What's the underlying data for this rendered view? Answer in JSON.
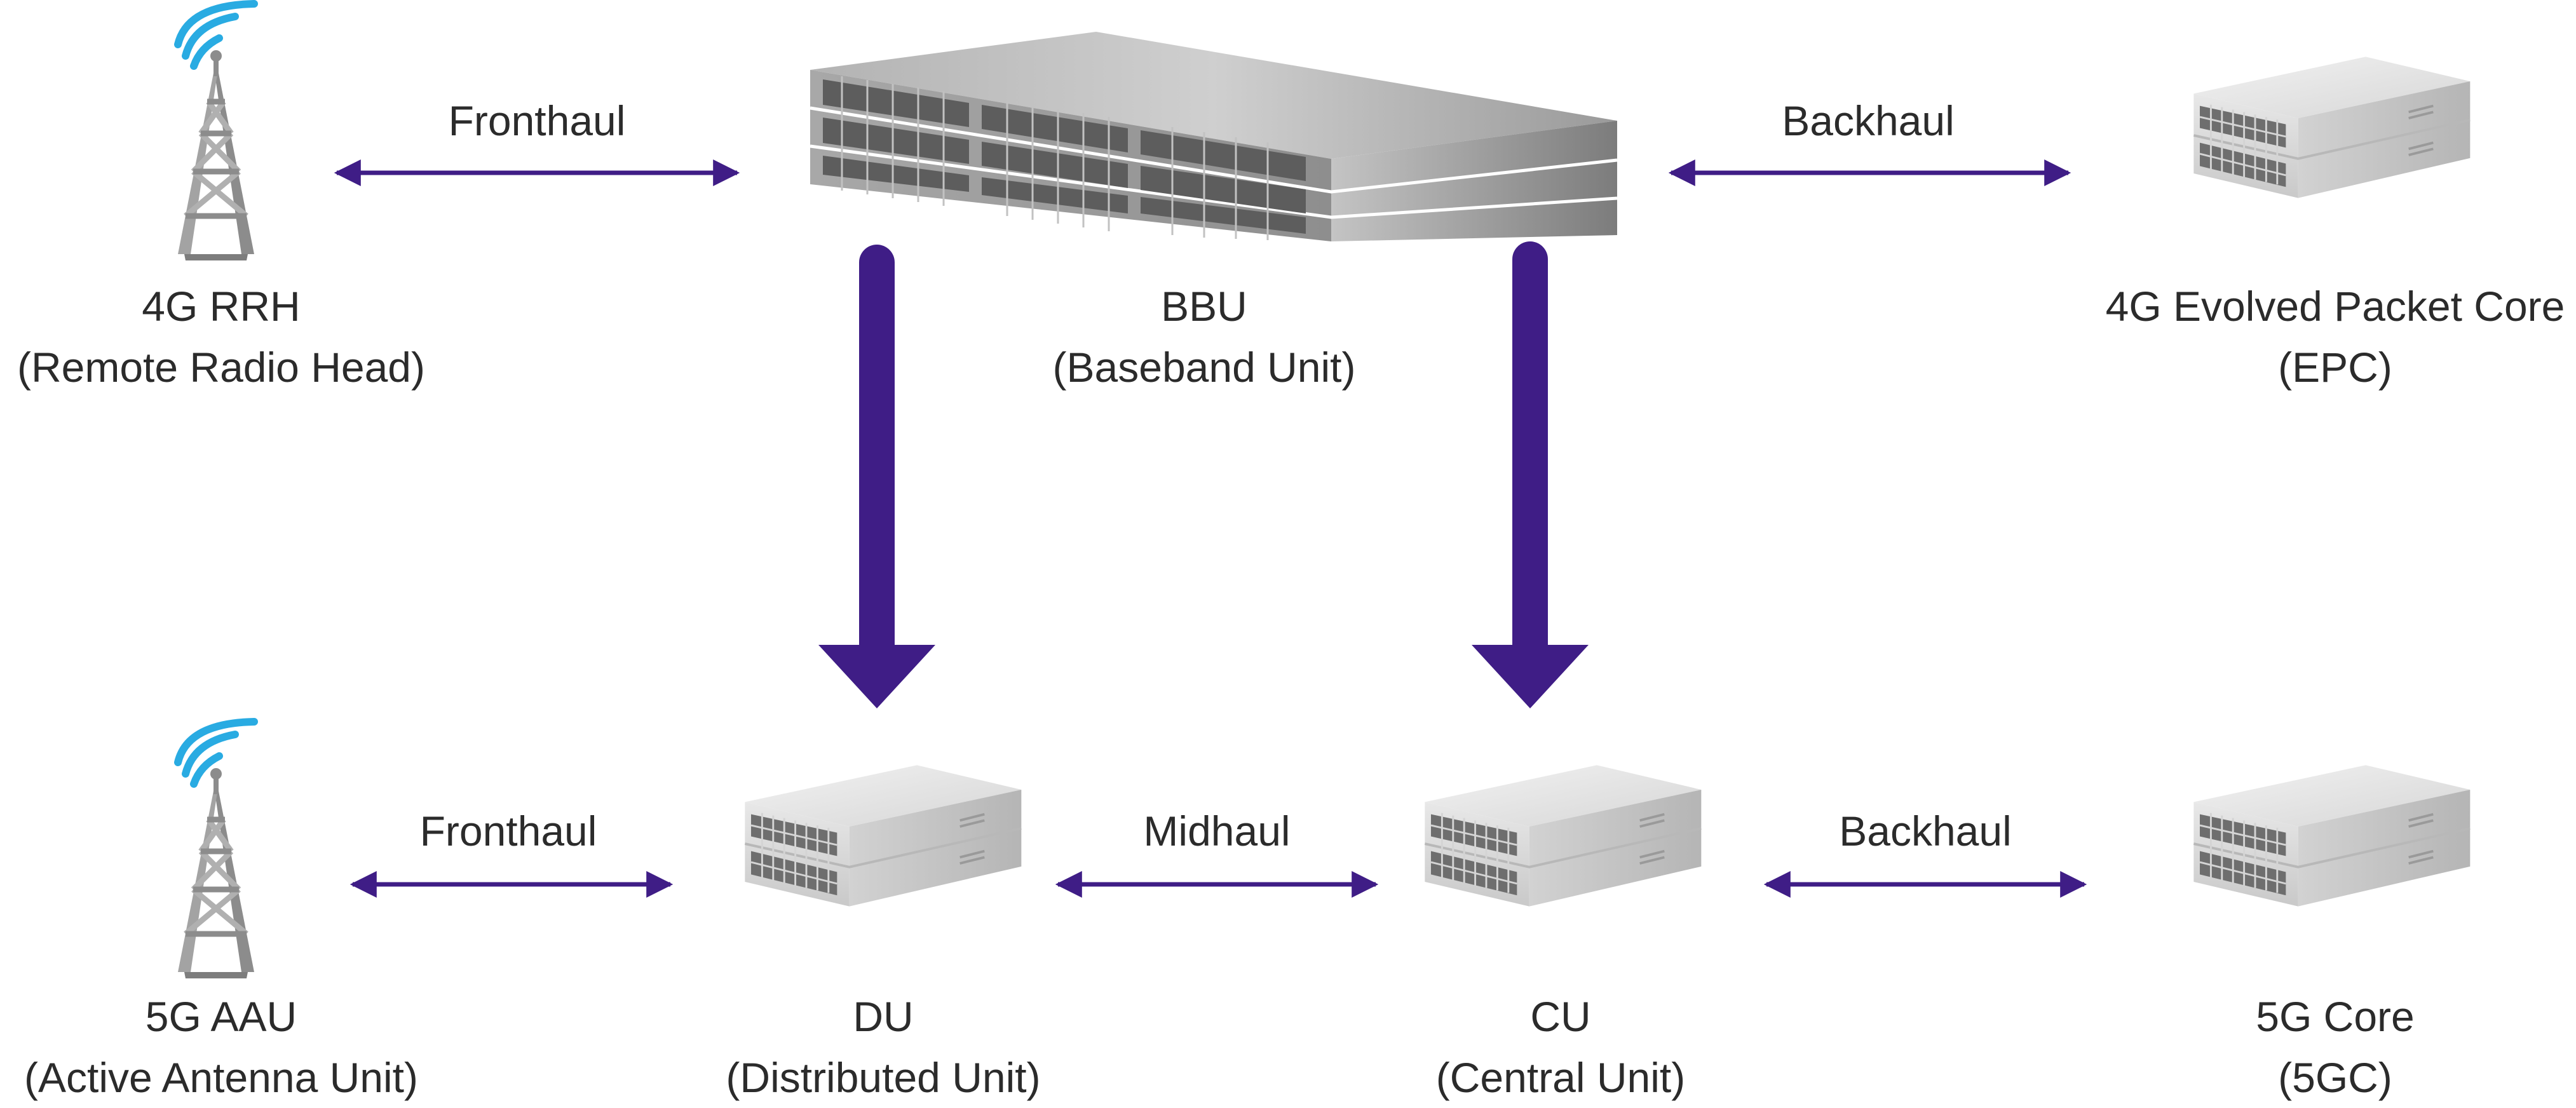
{
  "colors": {
    "arrow": "#3f1d86",
    "signal": "#29abe2",
    "device_light": "#e6e6e6",
    "device_dark": "#8a8a8a",
    "text": "#2b2b2b"
  },
  "nodes": {
    "rrh": {
      "name": "4G RRH",
      "sub": "(Remote Radio Head)",
      "icon": "antenna-tower-icon"
    },
    "bbu": {
      "name": "BBU",
      "sub": "(Baseband Unit)",
      "icon": "rack-server-icon"
    },
    "epc": {
      "name": "4G Evolved Packet Core",
      "sub": "(EPC)",
      "icon": "network-switch-icon"
    },
    "aau": {
      "name": "5G AAU",
      "sub": "(Active Antenna Unit)",
      "icon": "antenna-tower-icon"
    },
    "du": {
      "name": "DU",
      "sub": "(Distributed Unit)",
      "icon": "network-switch-icon"
    },
    "cu": {
      "name": "CU",
      "sub": "(Central Unit)",
      "icon": "network-switch-icon"
    },
    "core5g": {
      "name": "5G Core",
      "sub": "(5GC)",
      "icon": "network-switch-icon"
    }
  },
  "links": {
    "top_fronthaul": "Fronthaul",
    "top_backhaul": "Backhaul",
    "bottom_fronthaul": "Fronthaul",
    "bottom_midhaul": "Midhaul",
    "bottom_backhaul": "Backhaul"
  }
}
